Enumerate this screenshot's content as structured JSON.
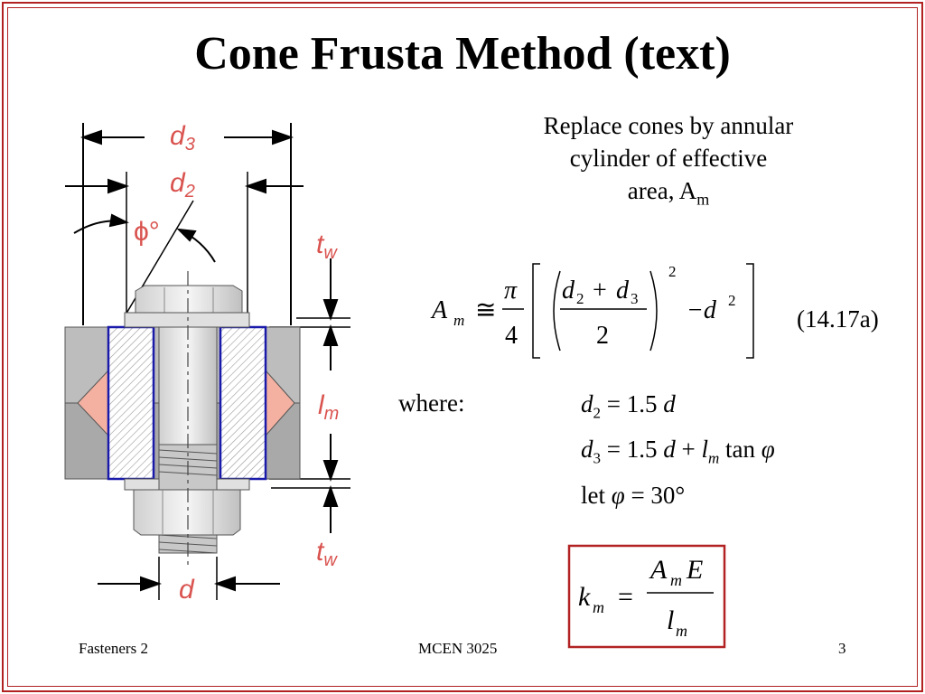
{
  "slide": {
    "title": "Cone Frusta Method (text)",
    "description_line1": "Replace cones by annular",
    "description_line2": "cylinder of effective",
    "description_line3": "area, A",
    "description_sub": "m"
  },
  "figure": {
    "label_d3": "d",
    "label_d3_sub": "3",
    "label_d2": "d",
    "label_d2_sub": "2",
    "label_phi": "ϕ°",
    "label_tw": "t",
    "label_tw_sub": "w",
    "label_lm": "l",
    "label_lm_sub": "m",
    "label_d": "d"
  },
  "equation": {
    "lhs": "A",
    "lhs_sub": "m",
    "approx": "≅",
    "pi": "π",
    "four": "4",
    "d2": "d",
    "d2_sub": "2",
    "plus": "+",
    "d3": "d",
    "d3_sub": "3",
    "two": "2",
    "power": "2",
    "minus_d": "−d",
    "number": "(14.17a)"
  },
  "definitions": {
    "where_label": "where:",
    "line1": {
      "var": "d",
      "sub": "2",
      "rest": " = 1.5 ",
      "tail": "d"
    },
    "line2": {
      "var": "d",
      "sub": "3",
      "rest": " = 1.5 ",
      "tail": "d",
      "plus": " + ",
      "l": "l",
      "l_sub": "m",
      "tan": " tan ",
      "phi": "φ"
    },
    "line3": {
      "let": "let ",
      "phi": "φ",
      "rest": "  = 30°"
    }
  },
  "boxed_equation": {
    "k": "k",
    "k_sub": "m",
    "eq": "=",
    "A": "A",
    "A_sub": "m",
    "E": "E",
    "l": "l",
    "l_sub": "m"
  },
  "footer": {
    "left": "Fasteners 2",
    "center": "MCEN 3025",
    "page": "3"
  },
  "colors": {
    "border": "#b22222",
    "label": "#d9534f",
    "highlight": "#1a1aaa",
    "cone": "#f4b0a0",
    "plate": "#bdbdbd"
  }
}
